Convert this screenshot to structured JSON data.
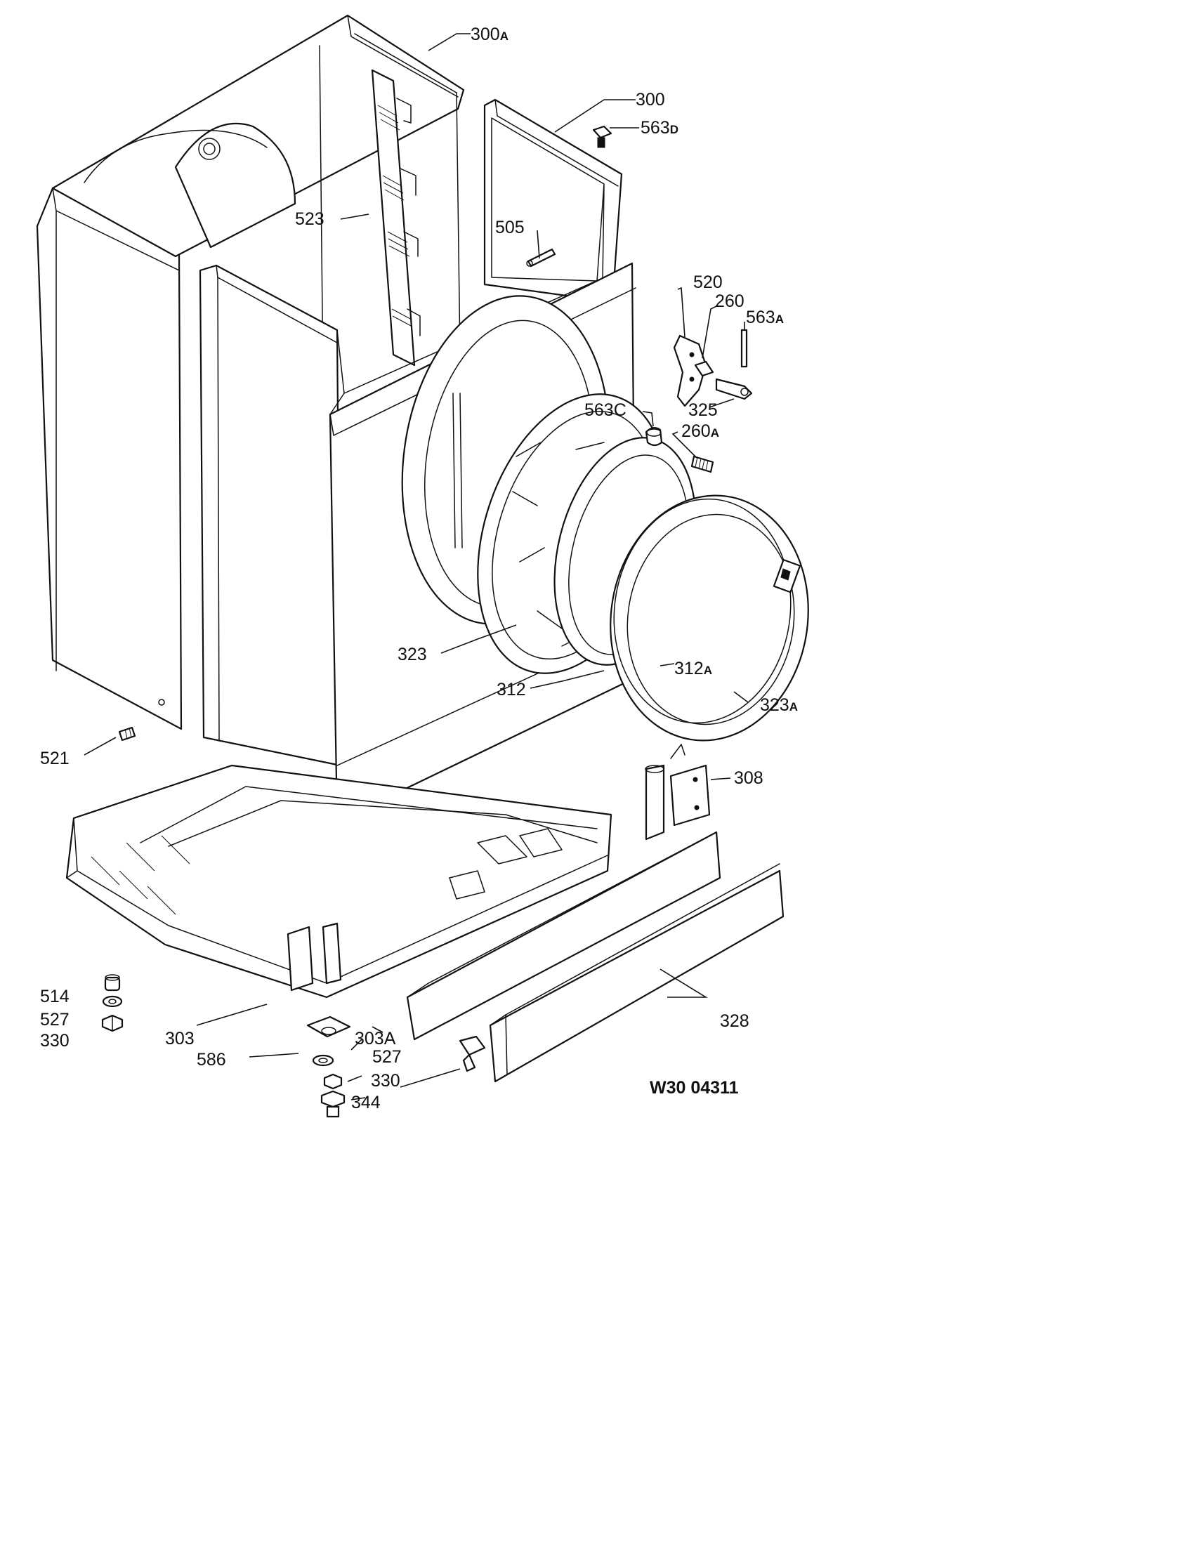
{
  "diagram": {
    "drawing_code": "W30 04311",
    "part_labels": [
      {
        "id": "300A",
        "num": "300",
        "suffix": "A"
      },
      {
        "id": "300",
        "num": "300",
        "suffix": ""
      },
      {
        "id": "563D",
        "num": "563",
        "suffix": "D"
      },
      {
        "id": "523",
        "num": "523",
        "suffix": ""
      },
      {
        "id": "505",
        "num": "505",
        "suffix": ""
      },
      {
        "id": "520",
        "num": "520",
        "suffix": ""
      },
      {
        "id": "260",
        "num": "260",
        "suffix": ""
      },
      {
        "id": "563A",
        "num": "563",
        "suffix": "A"
      },
      {
        "id": "325",
        "num": "325",
        "suffix": ""
      },
      {
        "id": "563C",
        "num": "563C",
        "suffix": ""
      },
      {
        "id": "260A",
        "num": "260",
        "suffix": "A"
      },
      {
        "id": "323",
        "num": "323",
        "suffix": ""
      },
      {
        "id": "312A",
        "num": "312",
        "suffix": "A"
      },
      {
        "id": "312",
        "num": "312",
        "suffix": ""
      },
      {
        "id": "323A",
        "num": "323",
        "suffix": "A"
      },
      {
        "id": "521",
        "num": "521",
        "suffix": ""
      },
      {
        "id": "308",
        "num": "308",
        "suffix": ""
      },
      {
        "id": "514",
        "num": "514",
        "suffix": ""
      },
      {
        "id": "527",
        "num": "527",
        "suffix": ""
      },
      {
        "id": "330",
        "num": "330",
        "suffix": ""
      },
      {
        "id": "303",
        "num": "303",
        "suffix": ""
      },
      {
        "id": "303A",
        "num": "303A",
        "suffix": ""
      },
      {
        "id": "586",
        "num": "586",
        "suffix": ""
      },
      {
        "id": "527b",
        "num": "527",
        "suffix": ""
      },
      {
        "id": "330b",
        "num": "330",
        "suffix": ""
      },
      {
        "id": "344",
        "num": "344",
        "suffix": ""
      },
      {
        "id": "328",
        "num": "328",
        "suffix": ""
      }
    ]
  }
}
